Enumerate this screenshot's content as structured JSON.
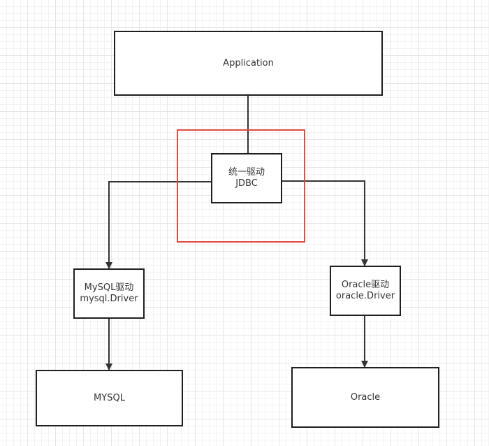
{
  "nodes": {
    "application": "Application",
    "jdbc": {
      "line1": "统一驱动",
      "line2": "JDBC"
    },
    "mysql_driver": {
      "line1": "MySQL驱动",
      "line2": "mysql.Driver"
    },
    "oracle_driver": {
      "line1": "Oracle驱动",
      "line2": "oracle.Driver"
    },
    "mysql_db": "MYSQL",
    "oracle_db": "Oracle"
  },
  "colors": {
    "line": "#333333",
    "border": "#1f1f1f",
    "highlight": "#e04a3f"
  }
}
